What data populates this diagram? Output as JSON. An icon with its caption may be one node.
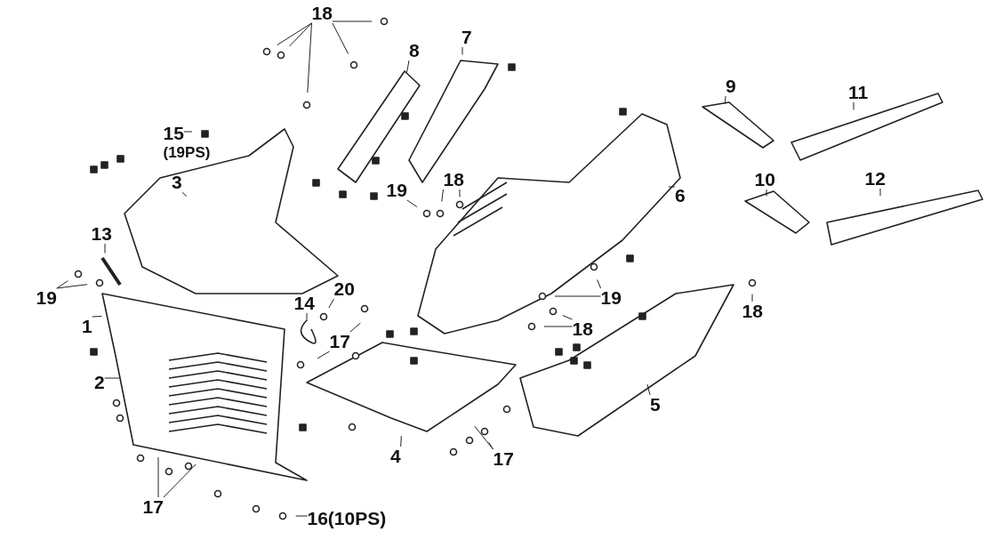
{
  "diagram": {
    "nodes": [
      {
        "text": [
          "18"
        ]
      },
      {
        "text": [
          "8"
        ]
      },
      {
        "text": [
          "7"
        ]
      },
      {
        "text": [
          "15"
        ],
        "beside": [
          "(19PS)"
        ]
      },
      {
        "text": [
          "3"
        ]
      },
      {
        "text": [
          "9"
        ]
      },
      {
        "text": [
          "11"
        ]
      },
      {
        "text": [
          "10"
        ]
      },
      {
        "text": [
          "12"
        ]
      },
      {
        "text": [
          "6"
        ]
      },
      {
        "text": [
          "18"
        ]
      },
      {
        "text": [
          "19"
        ]
      },
      {
        "text": [
          "13"
        ]
      },
      {
        "text": [
          "19"
        ]
      },
      {
        "text": [
          "14"
        ]
      },
      {
        "text": [
          "20"
        ]
      },
      {
        "text": [
          "1"
        ]
      },
      {
        "text": [
          "17"
        ]
      },
      {
        "text": [
          "2"
        ]
      },
      {
        "text": [
          "19"
        ]
      },
      {
        "text": [
          "18"
        ]
      },
      {
        "text": [
          "18"
        ]
      },
      {
        "text": [
          "5"
        ]
      },
      {
        "text": [
          "4"
        ]
      },
      {
        "text": [
          "17"
        ]
      },
      {
        "text": [
          "17"
        ]
      },
      {
        "text": [
          "16(10PS)"
        ]
      }
    ],
    "edges": [
      {
        "from": 0,
        "to": null,
        "arrow": "none"
      },
      {
        "from": 0,
        "to": null,
        "arrow": "none"
      },
      {
        "from": 0,
        "to": null,
        "arrow": "none"
      },
      {
        "from": 0,
        "to": null,
        "arrow": "none"
      },
      {
        "from": 0,
        "to": null,
        "arrow": "none"
      },
      {
        "from": 1,
        "to": null,
        "arrow": "none"
      },
      {
        "from": 2,
        "to": null,
        "arrow": "none"
      },
      {
        "from": 3,
        "to": null,
        "arrow": "none"
      },
      {
        "from": 4,
        "to": null,
        "arrow": "none"
      },
      {
        "from": 5,
        "to": null,
        "arrow": "none"
      },
      {
        "from": 6,
        "to": null,
        "arrow": "none"
      },
      {
        "from": 7,
        "to": null,
        "arrow": "none"
      },
      {
        "from": 8,
        "to": null,
        "arrow": "none"
      },
      {
        "from": 9,
        "to": null,
        "arrow": "none"
      },
      {
        "from": 10,
        "to": null,
        "arrow": "none"
      },
      {
        "from": 10,
        "to": null,
        "arrow": "none"
      },
      {
        "from": 11,
        "to": null,
        "arrow": "none"
      },
      {
        "from": 12,
        "to": null,
        "arrow": "none"
      },
      {
        "from": 13,
        "to": null,
        "arrow": "none"
      },
      {
        "from": 13,
        "to": null,
        "arrow": "none"
      },
      {
        "from": 14,
        "to": null,
        "arrow": "none"
      },
      {
        "from": 15,
        "to": null,
        "arrow": "none"
      },
      {
        "from": 16,
        "to": null,
        "arrow": "none"
      },
      {
        "from": 17,
        "to": null,
        "arrow": "none"
      },
      {
        "from": 17,
        "to": null,
        "arrow": "none"
      },
      {
        "from": 18,
        "to": null,
        "arrow": "none"
      },
      {
        "from": 19,
        "to": null,
        "arrow": "none"
      },
      {
        "from": 19,
        "to": null,
        "arrow": "none"
      },
      {
        "from": 20,
        "to": null,
        "arrow": "none"
      },
      {
        "from": 20,
        "to": null,
        "arrow": "none"
      },
      {
        "from": 21,
        "to": null,
        "arrow": "none"
      },
      {
        "from": 22,
        "to": null,
        "arrow": "none"
      },
      {
        "from": 23,
        "to": null,
        "arrow": "none"
      },
      {
        "from": 24,
        "to": null,
        "arrow": "none"
      },
      {
        "from": 24,
        "to": null,
        "arrow": "none"
      },
      {
        "from": 25,
        "to": null,
        "arrow": "none"
      },
      {
        "from": 25,
        "to": null,
        "arrow": "none"
      },
      {
        "from": 26,
        "to": null,
        "arrow": "none"
      }
    ]
  }
}
